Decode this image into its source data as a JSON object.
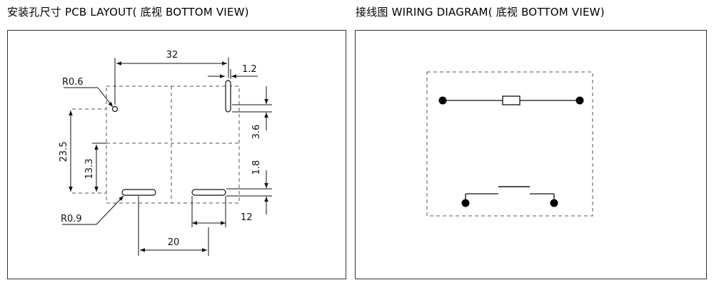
{
  "titles": {
    "pcb_layout": "安装孔尺寸 PCB LAYOUT(  底视 BOTTOM VIEW)",
    "wiring": "接线图 WIRING DIAGRAM(  底视 BOTTOM VIEW)"
  },
  "pcb": {
    "dims": {
      "top_width": "32",
      "slot_width": "1.2",
      "pin_radius": "R0.6",
      "height_total": "23.5",
      "height_mid": "13.3",
      "offset_top": "3.6",
      "offset_bottom": "1.8",
      "slot_radius": "R0.9",
      "slot_length": "12",
      "bottom_spacing": "20"
    }
  },
  "colors": {
    "line": "#111111",
    "dashed": "#555555",
    "frame": "#333333"
  }
}
